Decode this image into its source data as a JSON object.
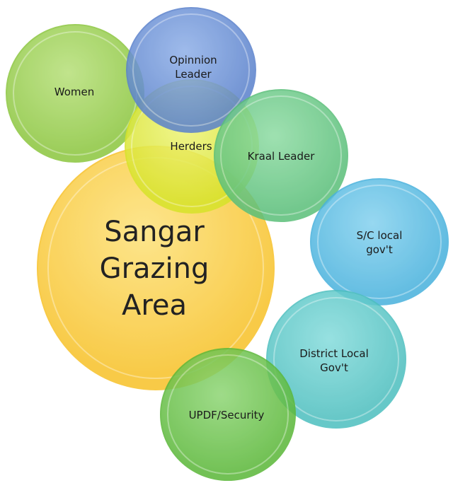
{
  "bubbles": [
    {
      "key": "main",
      "label": "Sangar\nGrazing\nArea",
      "color": "#f8c22a",
      "light": "#fde27a"
    },
    {
      "key": "herders",
      "label": "Herders",
      "color": "#d7e32a",
      "light": "#eef47a"
    },
    {
      "key": "women",
      "label": "Women",
      "color": "#8cc63f",
      "light": "#b7e07a"
    },
    {
      "key": "opinion",
      "label": "Opinnion\nLeader",
      "color": "#5b82cc",
      "light": "#8fb0e8"
    },
    {
      "key": "kraal",
      "label": "Kraal Leader",
      "color": "#5bbf7a",
      "light": "#8fdca4"
    },
    {
      "key": "sc",
      "label": "S/C local gov't",
      "color": "#49b2dd",
      "light": "#86d2ef"
    },
    {
      "key": "district",
      "label": "District Local\nGov't",
      "color": "#4ebfbf",
      "light": "#86dcdc"
    },
    {
      "key": "updf",
      "label": "UPDF/Security",
      "color": "#5cb83a",
      "light": "#8fd676"
    }
  ]
}
